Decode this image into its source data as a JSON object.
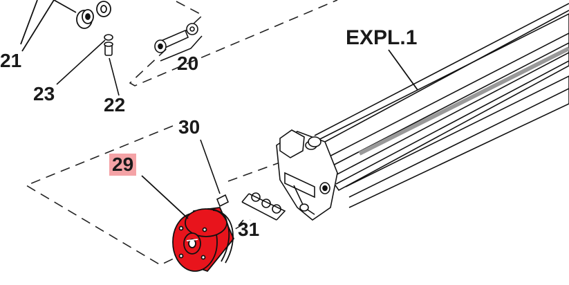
{
  "diagram": {
    "highlight_color": "#f4a3a6",
    "part_color": "#e8141c",
    "callouts": [
      {
        "id": "21",
        "label": "21"
      },
      {
        "id": "20",
        "label": "20"
      },
      {
        "id": "23",
        "label": "23"
      },
      {
        "id": "22",
        "label": "22"
      },
      {
        "id": "30",
        "label": "30"
      },
      {
        "id": "29",
        "label": "29",
        "highlighted": true
      },
      {
        "id": "31",
        "label": "31"
      },
      {
        "id": "expl1",
        "label": "EXPL.1"
      }
    ]
  }
}
